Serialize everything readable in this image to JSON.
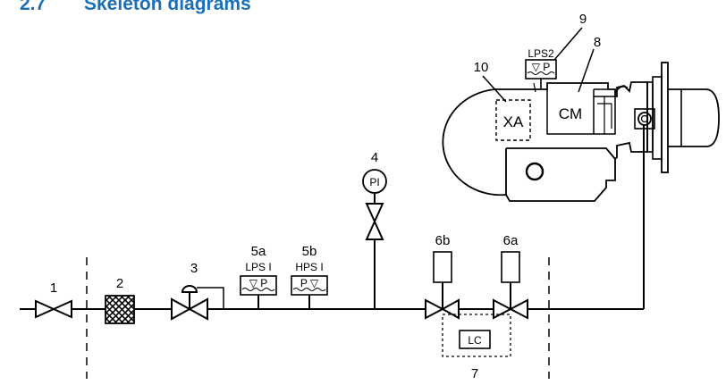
{
  "heading": {
    "number": "2.7",
    "title": "Skeleton diagrams"
  },
  "diagram": {
    "labels": {
      "n1": "1",
      "n2": "2",
      "n3": "3",
      "n4": "4",
      "n5a": "5a",
      "n5b": "5b",
      "n6a": "6a",
      "n6b": "6b",
      "n7": "7",
      "n8": "8",
      "n9": "9",
      "n10": "10"
    },
    "switches": {
      "lps1": "LPS I",
      "hps1": "HPS I",
      "lps2": "LPS2"
    },
    "gauge": "PI",
    "lc": "LC",
    "xa": "XA",
    "cm": "CM",
    "switch_symbol_lp": "▽ P",
    "switch_symbol_hp": "P ▽"
  }
}
